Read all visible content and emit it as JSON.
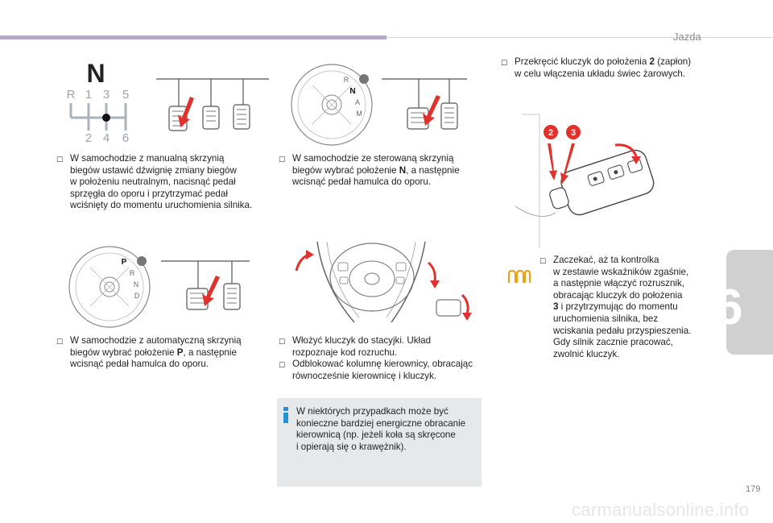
{
  "header": {
    "section": "Jazda",
    "chapter_number": "6",
    "page_number": "179"
  },
  "watermark": "carmanualsonline.info",
  "gear_pattern": {
    "selected": "N",
    "top_row": [
      "R",
      "1",
      "3",
      "5"
    ],
    "bottom_row": [
      "2",
      "4",
      "6"
    ]
  },
  "dial_labels": {
    "auto_gearbox": [
      "R",
      "N",
      "A",
      "M"
    ],
    "manual_auto": [
      "P",
      "R",
      "N",
      "D"
    ]
  },
  "key_markers": [
    "2",
    "3"
  ],
  "blocks": {
    "manual": {
      "lines": [
        "W samochodzie z manualną skrzynią",
        "biegów ustawić dźwignię zmiany biegów",
        "w położeniu neutralnym, nacisnąć pedał",
        "sprzęgła do oporu i przytrzymać pedał",
        "wciśnięty do momentu uruchomienia silnika."
      ]
    },
    "automated": {
      "l1": "W samochodzie ze sterowaną skrzynią",
      "l2_pre": "biegów wybrać położenie ",
      "l2_bold": "N",
      "l2_post": ", a następnie",
      "l3": "wcisnąć pedał hamulca do oporu."
    },
    "automatic": {
      "l1": "W samochodzie z automatyczną skrzynią",
      "l2_pre": "biegów wybrać położenie ",
      "l2_bold": "P",
      "l2_post": ", a następnie",
      "l3": "wcisnąć pedał hamulca do oporu."
    },
    "ignition": {
      "b1": [
        "Włożyć kluczyk do stacyjki. Układ",
        "rozpoznaje kod rozruchu."
      ],
      "b2": [
        "Odblokować kolumnę kierownicy, obracając",
        "równocześnie kierownicę i kluczyk."
      ]
    },
    "info": {
      "lines": [
        "W niektórych przypadkach może być",
        "konieczne bardziej energiczne obracanie",
        "kierownicą (np. jeżeli koła są skręcone",
        "i opierają się o krawężnik)."
      ]
    },
    "turn_key": {
      "l1_pre": "Przekręcić kluczyk do położenia ",
      "l1_bold": "2",
      "l1_post": " (zapłon)",
      "l2": "w celu włączenia układu świec żarowych."
    },
    "wait": {
      "l1": "Zaczekać, aż ta kontrolka",
      "l2": "w zestawie wskaźników zgaśnie,",
      "l3": "a następnie włączyć rozrusznik,",
      "l4": "obracając kluczyk do położenia",
      "l5_bold": "3",
      "l5_post": " i przytrzymując do momentu",
      "l6": "uruchomienia silnika, bez",
      "l7": "wciskania pedału przyspieszenia.",
      "l8": "Gdy silnik zacznie pracować,",
      "l9": "zwolnić kluczyk."
    }
  },
  "colors": {
    "accent_red": "#e2312b",
    "info_blue": "#2a8fd0",
    "warning_amber": "#e9a21a",
    "header_purple": "#b8a9c9"
  }
}
